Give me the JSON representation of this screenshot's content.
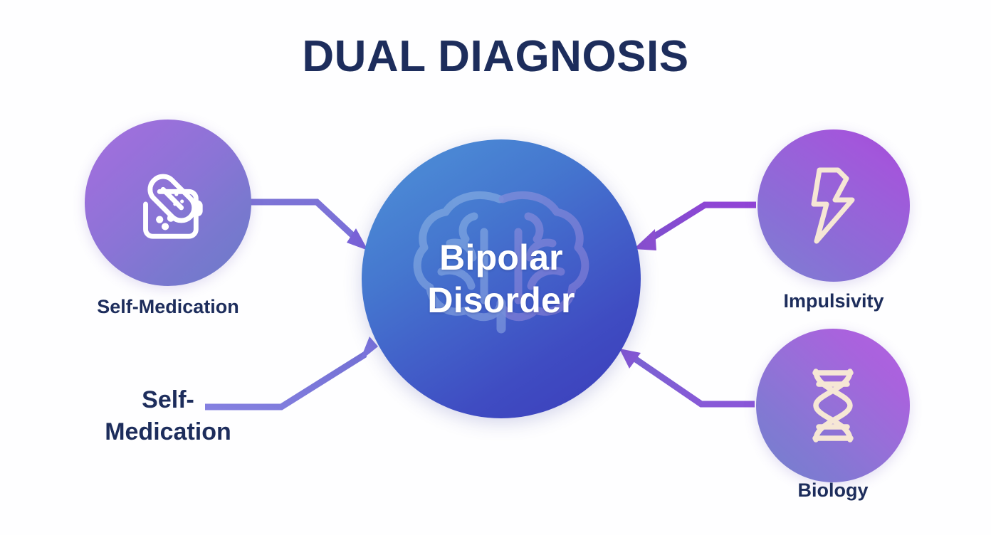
{
  "page": {
    "title": "DUAL DIAGNOSIS",
    "background_color": "#ffffff",
    "title_color": "#1d2d5c"
  },
  "center": {
    "line1": "Bipolar",
    "line2": "Disorder",
    "icon": "brain-icon",
    "gradient_from": "#4e8fd6",
    "gradient_to": "#3b3cba",
    "text_color": "#ffffff"
  },
  "nodes": [
    {
      "id": "self-medication-top",
      "label": "Self-Medication",
      "icon": "pill-bottle-icon",
      "position": "top-left",
      "gradient_from": "#a472dd",
      "gradient_to": "#6b7bc9",
      "label_color": "#1d2d5c"
    },
    {
      "id": "self-medication-bottom",
      "label_line1": "Self-",
      "label_line2": "Medication",
      "icon": "none",
      "position": "bottom-left",
      "label_color": "#1d2d5c"
    },
    {
      "id": "impulsivity",
      "label": "Impulsivity",
      "icon": "lightning-bolt-icon",
      "position": "top-right",
      "gradient_from": "#a04ad8",
      "gradient_to": "#7d80d2",
      "label_color": "#1d2d5c"
    },
    {
      "id": "biology",
      "label": "Biology",
      "icon": "dna-helix-icon",
      "position": "bottom-right",
      "gradient_from": "#b45fe0",
      "gradient_to": "#7281cd",
      "label_color": "#1d2d5c"
    }
  ],
  "connectors": [
    {
      "id": "connector-self-medication-top",
      "from": "self-medication-top",
      "to": "center",
      "direction": "right-down",
      "color": "#7b77d4"
    },
    {
      "id": "connector-self-medication-bottom",
      "from": "self-medication-bottom",
      "to": "center",
      "direction": "right-up",
      "color": "#7b7ad8"
    },
    {
      "id": "connector-impulsivity",
      "from": "impulsivity",
      "to": "center",
      "direction": "left-down",
      "color": "#8a4fd0"
    },
    {
      "id": "connector-biology",
      "from": "biology",
      "to": "center",
      "direction": "left-up",
      "color": "#8458d4"
    }
  ],
  "chart_data": {
    "type": "diagram",
    "title": "DUAL DIAGNOSIS",
    "center_node": "Bipolar Disorder",
    "contributing_factors": [
      "Self-Medication",
      "Self-Medication",
      "Impulsivity",
      "Biology"
    ],
    "edge_count": 4,
    "layout": "hub-and-spoke"
  }
}
